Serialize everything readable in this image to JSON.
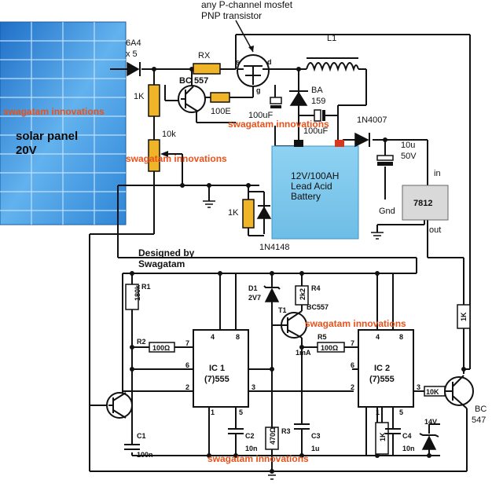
{
  "header": {
    "line1": "any P-channel mosfet",
    "line2": "PNP transistor"
  },
  "panel": {
    "title_line1": "solar panel",
    "title_line2": "20V"
  },
  "watermark": "swagatam innovations",
  "credit": {
    "line1": "Designed by",
    "line2": "Swagatam"
  },
  "battery": {
    "line1": "12V/100AH",
    "line2": "Lead Acid",
    "line3": "Battery"
  },
  "regulator": {
    "name": "7812",
    "in": "in",
    "out": "out",
    "gnd": "Gnd"
  },
  "components": {
    "diode_6a4_l1": "6A4",
    "diode_6a4_l2": "x 5",
    "rx": "RX",
    "bc557_top": "BC 557",
    "r_1k_top": "1K",
    "r_100e": "100E",
    "pot_10k": "10k",
    "c_100uf_a": "100uF",
    "c_100uf_b": "100uF",
    "l1": "L1",
    "ba159_l1": "BA",
    "ba159_l2": "159",
    "d_1n4007": "1N4007",
    "c_10u_l1": "10u",
    "c_10u_l2": "50V",
    "r_1k_mid": "1K",
    "d_1n4148": "1N4148",
    "r1": "R1",
    "r1_val": "180k",
    "r2": "R2",
    "r2_val": "100Ω",
    "r4": "R4",
    "r4_val": "2k2",
    "r5": "R5",
    "r5_val": "100Ω",
    "r3": "R3",
    "r3_val": "470Ω",
    "d1_l1": "D1",
    "d1_l2": "2V7",
    "t1": "T1",
    "t1_type": "BC557",
    "current": "1mA",
    "c1": "C1",
    "c1_val": "100n",
    "c2": "C2",
    "c2_val": "10n",
    "c3": "C3",
    "c3_val": "1u",
    "c4": "C4",
    "c4_val": "10n",
    "zener_14v": "14V",
    "r_1k_ic2": "1K",
    "r_1k_right": "1K",
    "r_10k_base": "10K",
    "bc547_l1": "BC",
    "bc547_l2": "547"
  },
  "ic1": {
    "line1": "IC 1",
    "line2": "(7)555",
    "pins": [
      "4",
      "8",
      "7",
      "6",
      "2",
      "3",
      "1",
      "5"
    ]
  },
  "ic2": {
    "line1": "IC 2",
    "line2": "(7)555",
    "pins": [
      "4",
      "8",
      "7",
      "6",
      "2",
      "3",
      "1",
      "5"
    ]
  },
  "mosfet_pins": {
    "g": "g",
    "s": "s",
    "d": "d"
  },
  "colors": {
    "panel_blue": "#2f86d6",
    "battery_blue": "#79c6ec",
    "resistor_orange": "#f0b428",
    "regulator_gray": "#d9d9d9",
    "watermark": "#e8521c"
  }
}
